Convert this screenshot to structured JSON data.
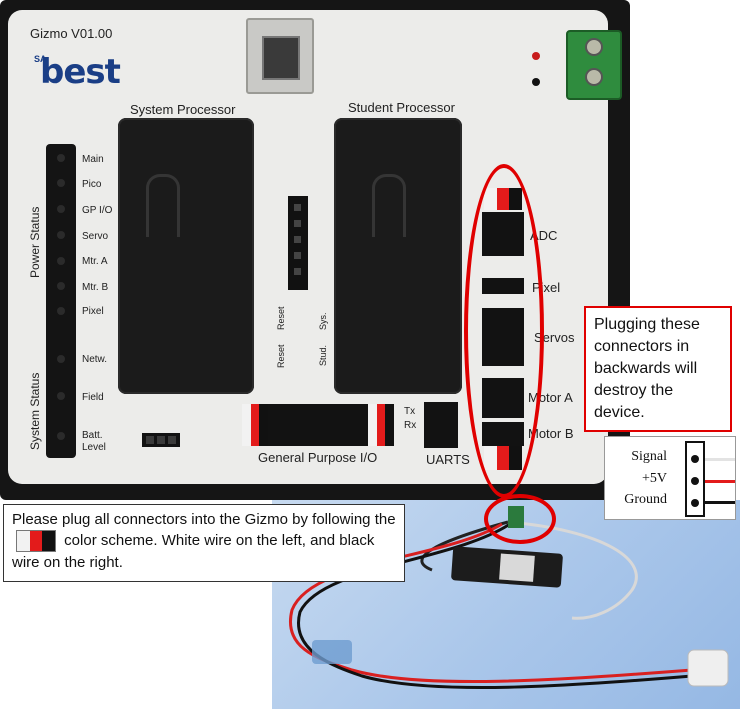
{
  "device": {
    "title": "Gizmo V01.00",
    "logo_text": "best",
    "logo_super": "SA",
    "processors": {
      "system": "System Processor",
      "student": "Student Processor"
    },
    "power_status_label": "Power Status",
    "system_status_label": "System Status",
    "status_leds": [
      "Main",
      "Pico",
      "GP I/O",
      "Servo",
      "Mtr. A",
      "Mtr. B",
      "Pixel",
      "Netw.",
      "Field",
      "Batt.\nLevel"
    ],
    "reset_labels": [
      "Reset",
      "Reset",
      "Sys.",
      "Stud."
    ],
    "ports": {
      "adc": "ADC",
      "pixel": "Pixel",
      "servos": "Servos",
      "motor_a": "Motor A",
      "motor_b": "Motor B"
    },
    "gpio_label": "General Purpose I/O",
    "uarts_label": "UARTS",
    "uart_pins": [
      "Tx",
      "Rx"
    ]
  },
  "callout_right": "Plugging these connectors in backwards will destroy the device.",
  "legend": {
    "signal": "Signal",
    "plus5v": "+5V",
    "ground": "Ground"
  },
  "callout_left": {
    "before": "Please plug all connectors into the Gizmo by following the",
    "after": "color scheme.  White wire on the left, and black wire on the right."
  },
  "colors": {
    "accent_red": "#e00000",
    "wire_white": "#f2f2f2",
    "wire_red": "#e31b1b",
    "wire_black": "#111111",
    "logo_blue": "#1a3e86"
  }
}
